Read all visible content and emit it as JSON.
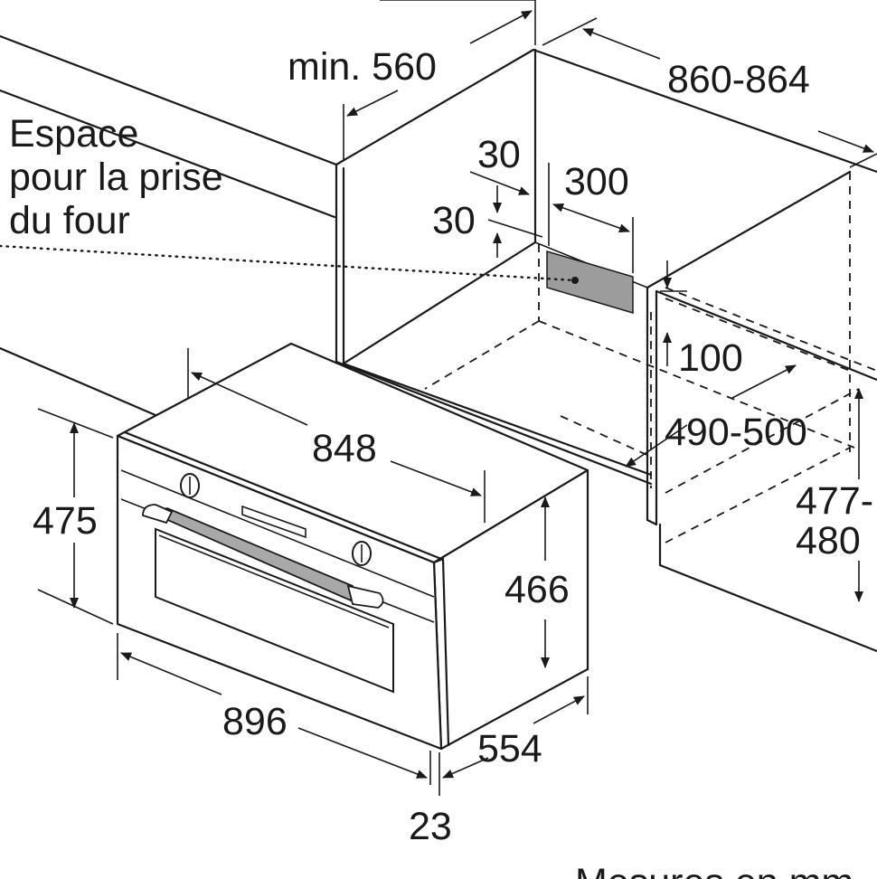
{
  "labels": {
    "min_depth": "min. 560",
    "niche_width": "860-864",
    "socket_space": [
      "Espace",
      "pour la prise",
      "du four"
    ],
    "socket_offset_top": "30",
    "socket_offset_side": "30",
    "socket_width": "300",
    "gap_100": "100",
    "niche_depth": "490-500",
    "niche_height_a": "477-",
    "niche_height_b": "480",
    "oven_width_back": "848",
    "oven_height_front": "475",
    "oven_height_body": "466",
    "oven_width_front": "896",
    "oven_depth": "554",
    "front_thickness": "23",
    "units_note": "Mesures en mm"
  },
  "colors": {
    "line": "#1a1a1a",
    "socket_panel": "#9c9c9c",
    "handle": "#a8a8a8",
    "background": "#ffffff"
  }
}
